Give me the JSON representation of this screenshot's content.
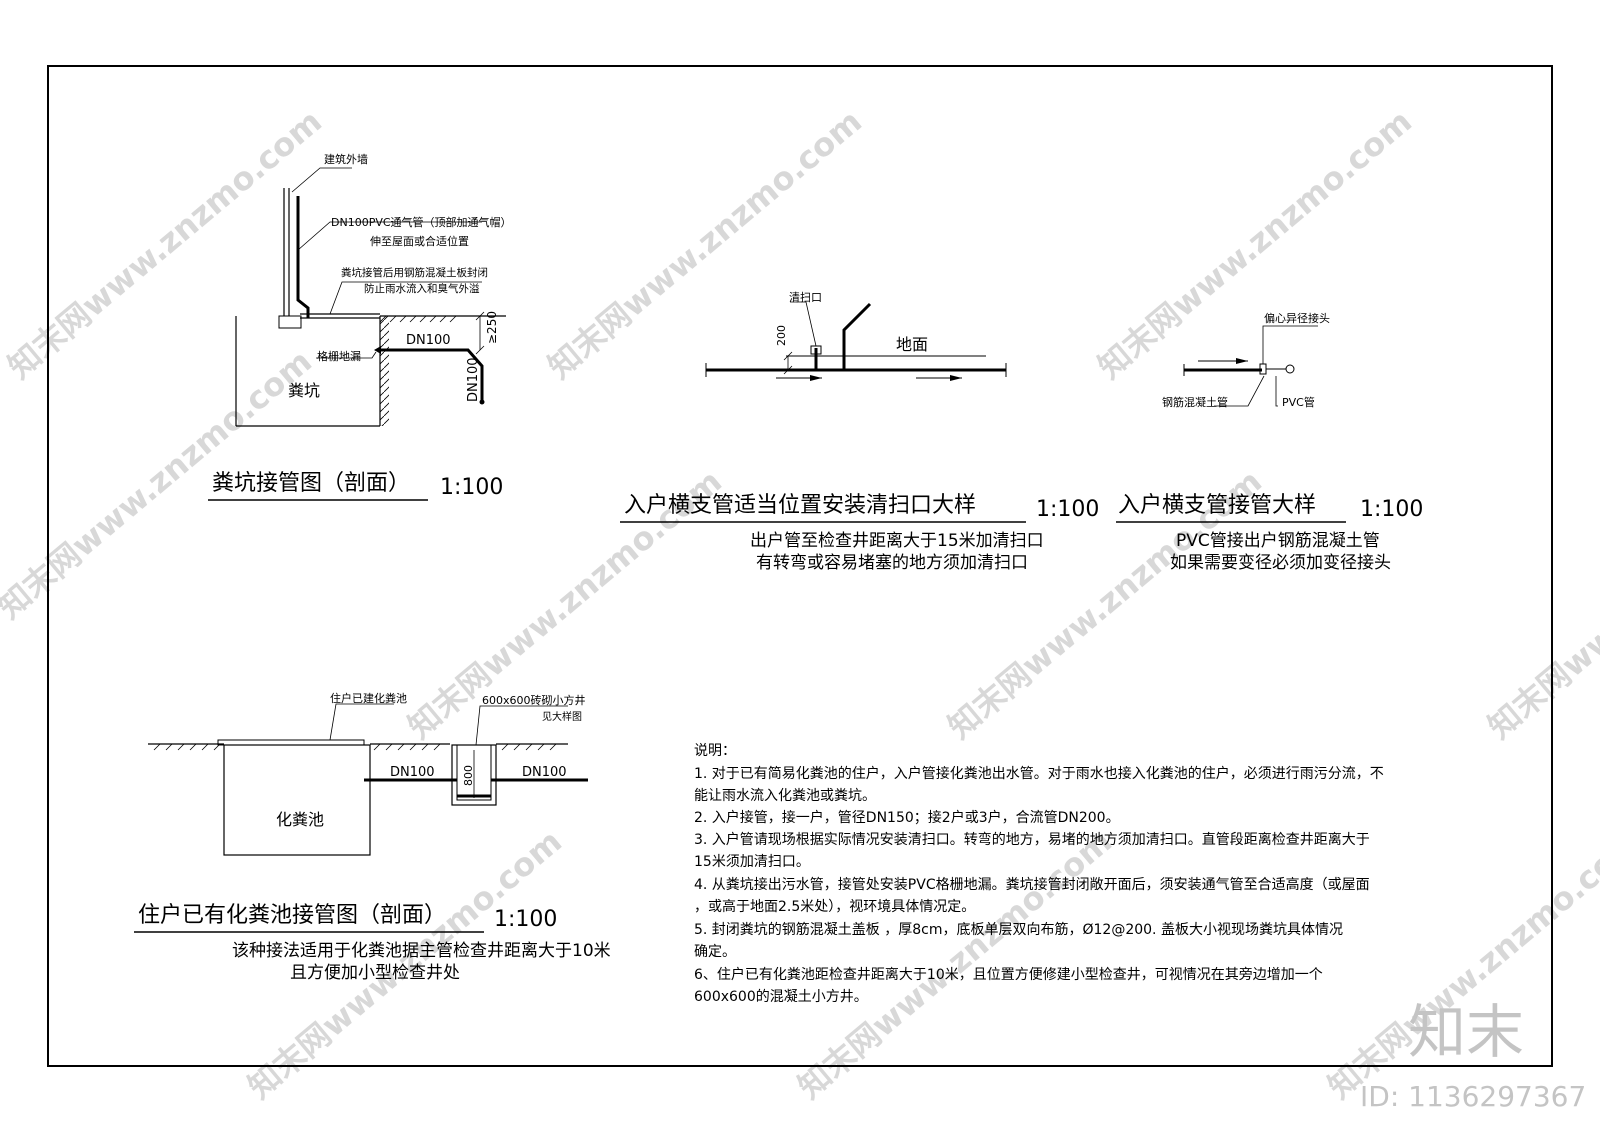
{
  "watermark": {
    "text": "知末网www.znzmo.com",
    "brand": "知末",
    "id_label": "ID: 1136297367"
  },
  "fig1": {
    "wall_label": "建筑外墙",
    "vent_pipe_label": "DN100PVC通气管（顶部加通气帽）",
    "vent_pipe_label2": "伸至屋面或合适位置",
    "seal_note1": "粪坑接管后用钢筋混凝土板封闭",
    "seal_note2": "防止雨水流入和臭气外溢",
    "grate_drain_label": "格栅地漏",
    "pipe_label": "DN100",
    "pipe_label_vertical": "DN100",
    "dim_label": "≥250",
    "pit_label": "粪坑",
    "title": "粪坑接管图（剖面）",
    "scale": "1:100"
  },
  "fig2": {
    "cleanout_label": "清扫口",
    "dim_label": "200",
    "ground_label": "地面",
    "title": "入户横支管适当位置安装清扫口大样",
    "scale": "1:100",
    "note1": "出户管至检查井距离大于15米加清扫口",
    "note2": "有转弯或容易堵塞的地方须加清扫口"
  },
  "fig3": {
    "reducer_label": "偏心异径接头",
    "concrete_pipe_label": "钢筋混凝土管",
    "pvc_label": "PVC管",
    "title": "入户横支管接管大样",
    "scale": "1:100",
    "note1": "PVC管接出户钢筋混凝土管",
    "note2": "如果需要变径必须加变径接头"
  },
  "fig4": {
    "existing_tank_label": "住户已建化粪池",
    "small_well_label": "600x600砖砌小方井",
    "small_well_label2": "见大样图",
    "pipe_label_left": "DN100",
    "pipe_label_right": "DN100",
    "dim_label": "800",
    "tank_label": "化粪池",
    "title": "住户已有化粪池接管图（剖面）",
    "scale": "1:100",
    "note1": "该种接法适用于化粪池据主管检查井距离大于10米",
    "note2": "且方便加小型检查井处"
  },
  "notes": {
    "heading": "说明：",
    "lines": [
      "1. 对于已有简易化粪池的住户，入户管接化粪池出水管。对于雨水也接入化粪池的住户，必须进行雨污分流，不",
      "能让雨水流入化粪池或粪坑。",
      "2. 入户接管，接一户，管径DN150；接2户或3户，合流管DN200。",
      "3. 入户管请现场根据实际情况安装清扫口。转弯的地方，易堵的地方须加清扫口。直管段距离检查井距离大于",
      "15米须加清扫口。",
      "4. 从粪坑接出污水管，接管处安装PVC格栅地漏。粪坑接管封闭敞开面后，须安装通气管至合适高度（或屋面",
      "，或高于地面2.5米处），视环境具体情况定。",
      "5. 封闭粪坑的钢筋混凝土盖板 ，厚8cm，底板单层双向布筋，Ø12@200. 盖板大小视现场粪坑具体情况",
      "确定。",
      "6、住户已有化粪池距检查井距离大于10米，且位置方便修建小型检查井，可视情况在其旁边增加一个",
      "600x600的混凝土小方井。"
    ]
  }
}
